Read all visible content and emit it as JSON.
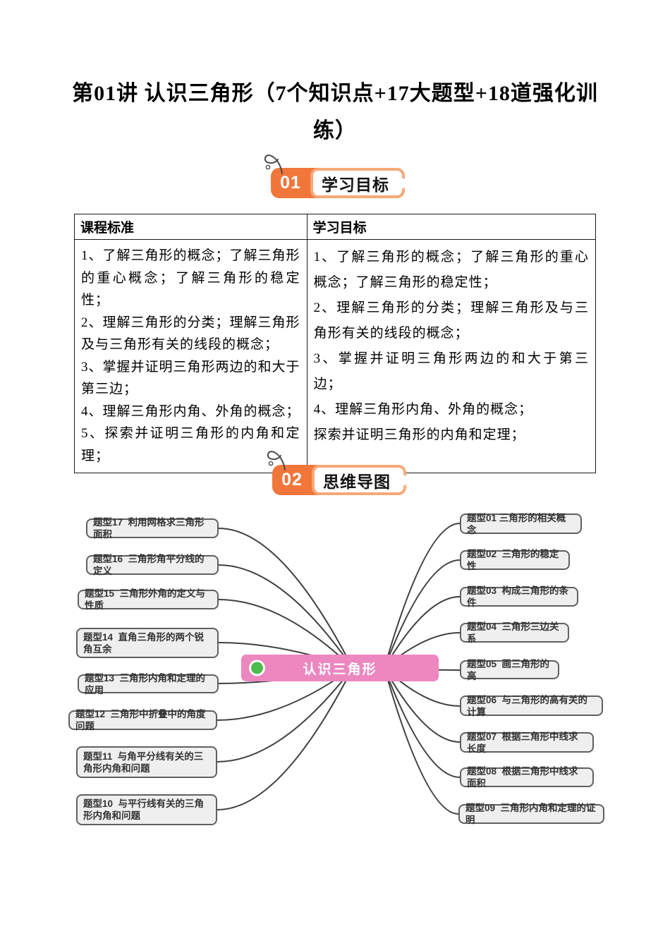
{
  "title": {
    "line1": "第01讲 认识三角形（7个知识点+17大题型+18道强化训",
    "line2": "练）"
  },
  "sections": [
    {
      "number": "01",
      "label": "学习目标"
    },
    {
      "number": "02",
      "label": "思维导图"
    }
  ],
  "table": {
    "headers": [
      "课程标准",
      "学习目标"
    ],
    "course_standard_items": [
      "1、了解三角形的概念；了解三角形的重心概念；了解三角形的稳定性；",
      "2、理解三角形的分类；理解三角形及与三角形有关的线段的概念；",
      "3、掌握并证明三角形两边的和大于第三边；",
      "4、理解三角形内角、外角的概念；",
      "5、探索并证明三角形的内角和定理；"
    ],
    "learning_goal_items": [
      "1、了解三角形的概念；了解三角形的重心概念；了解三角形的稳定性；",
      "2、理解三角形的分类；理解三角形及与三角形有关的线段的概念；",
      "3、掌握并证明三角形两边的和大于第三边；",
      "4、理解三角形内角、外角的概念；",
      "探索并证明三角形的内角和定理；"
    ]
  },
  "mindmap": {
    "center_label": "认识三角形",
    "left_nodes": [
      "题型17  利用网格求三角形面积",
      "题型16  三角形角平分线的定义",
      "题型15  三角形外角的定义与性质",
      "题型14  直角三角形的两个锐角互余",
      "题型13  三角形内角和定理的应用",
      "题型12  三角形中折叠中的角度问题",
      "题型11  与角平分线有关的三角形内角和问题",
      "题型10  与平行线有关的三角形内角和问题"
    ],
    "right_nodes": [
      "题型01 三角形的相关概念",
      "题型02  三角形的稳定性",
      "题型03  构成三角形的条件",
      "题型04  三角形三边关系",
      "题型05  画三角形的高",
      "题型06  与三角形的高有关的计算",
      "题型07  根据三角形中线求长度",
      "题型08  根据三角形中线求面积",
      "题型09  三角形内角和定理的证明"
    ]
  },
  "colors": {
    "badge_orange": "#f0763a",
    "badge_ring_orange": "#f6a878",
    "center_pink": "#ec87c0",
    "center_dot_green": "#4dbb4d",
    "node_fill": "#efefef",
    "node_border": "#606060",
    "connector": "#3f3f3f"
  }
}
